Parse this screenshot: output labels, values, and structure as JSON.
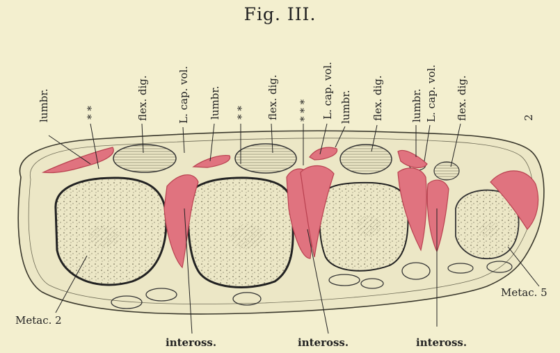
{
  "figure": {
    "title": "Fig. III.",
    "labels": {
      "lumbr_1": "lumbr.",
      "stars_2a": "* *",
      "flex_dig_1": "flex. dig.",
      "l_cap_vol_1": "L. cap. vol.",
      "lumbr_2": "lumbr.",
      "stars_2b": "* *",
      "flex_dig_2": "flex. dig.",
      "stars_3": "* * *",
      "l_cap_vol_2": "L. cap. vol.",
      "lumbr_3": "lumbr.",
      "flex_dig_3": "flex. dig.",
      "lumbr_4": "lumbr.",
      "l_cap_vol_3": "L. cap. vol.",
      "flex_dig_4": "flex. dig.",
      "number_2": "2",
      "metac_2": "Metac. 2",
      "metac_5": "Metac. 5",
      "inteross_1": "inteross.",
      "inteross_2": "inteross.",
      "inteross_3": "inteross."
    },
    "colors": {
      "paper": "#f3efcf",
      "ink": "#222222",
      "muscle": "#e0737f",
      "muscle_dark": "#b8404f",
      "tissue": "#ece7c6"
    }
  }
}
